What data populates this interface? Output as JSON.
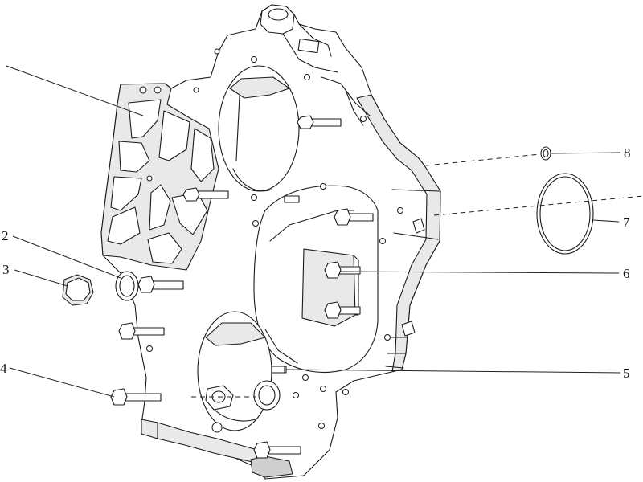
{
  "diagram": {
    "callouts": [
      {
        "id": "2",
        "label": "2"
      },
      {
        "id": "3",
        "label": "3"
      },
      {
        "id": "4",
        "label": "4"
      },
      {
        "id": "5",
        "label": "5"
      },
      {
        "id": "6",
        "label": "6"
      },
      {
        "id": "7",
        "label": "7"
      },
      {
        "id": "8",
        "label": "8"
      }
    ],
    "colors": {
      "line": "#1a1a1a",
      "background": "#ffffff",
      "shade": "#e9e9e9"
    }
  }
}
